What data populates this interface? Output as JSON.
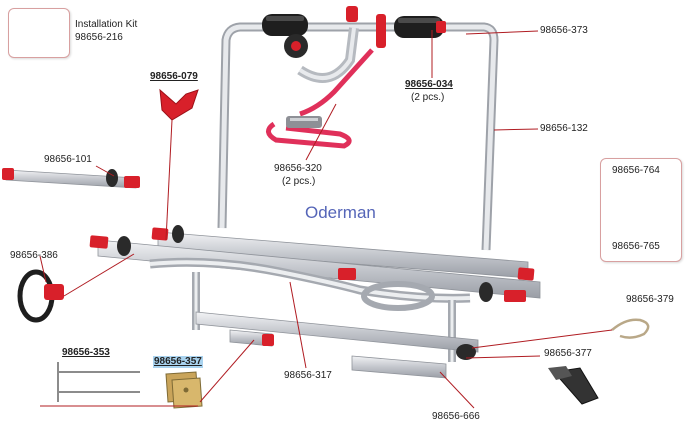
{
  "watermark": "Oderman",
  "kit": {
    "title": "Installation Kit",
    "code": "98656-216"
  },
  "labels": {
    "p373": "98656-373",
    "p034": "98656-034",
    "p034_qty": "(2 pcs.)",
    "p132": "98656-132",
    "p079": "98656-079",
    "p101": "98656-101",
    "p320": "98656-320",
    "p320_qty": "(2 pcs.)",
    "p764": "98656-764",
    "p765": "98656-765",
    "p386": "98656-386",
    "p379": "98656-379",
    "p353": "98656-353",
    "p357": "98656-357",
    "p317": "98656-317",
    "p377": "98656-377",
    "p666": "98656-666"
  },
  "colors": {
    "frame": "#c9ccd2",
    "accent": "#d8202a",
    "foam": "#222222",
    "leader": "#b01c22"
  }
}
